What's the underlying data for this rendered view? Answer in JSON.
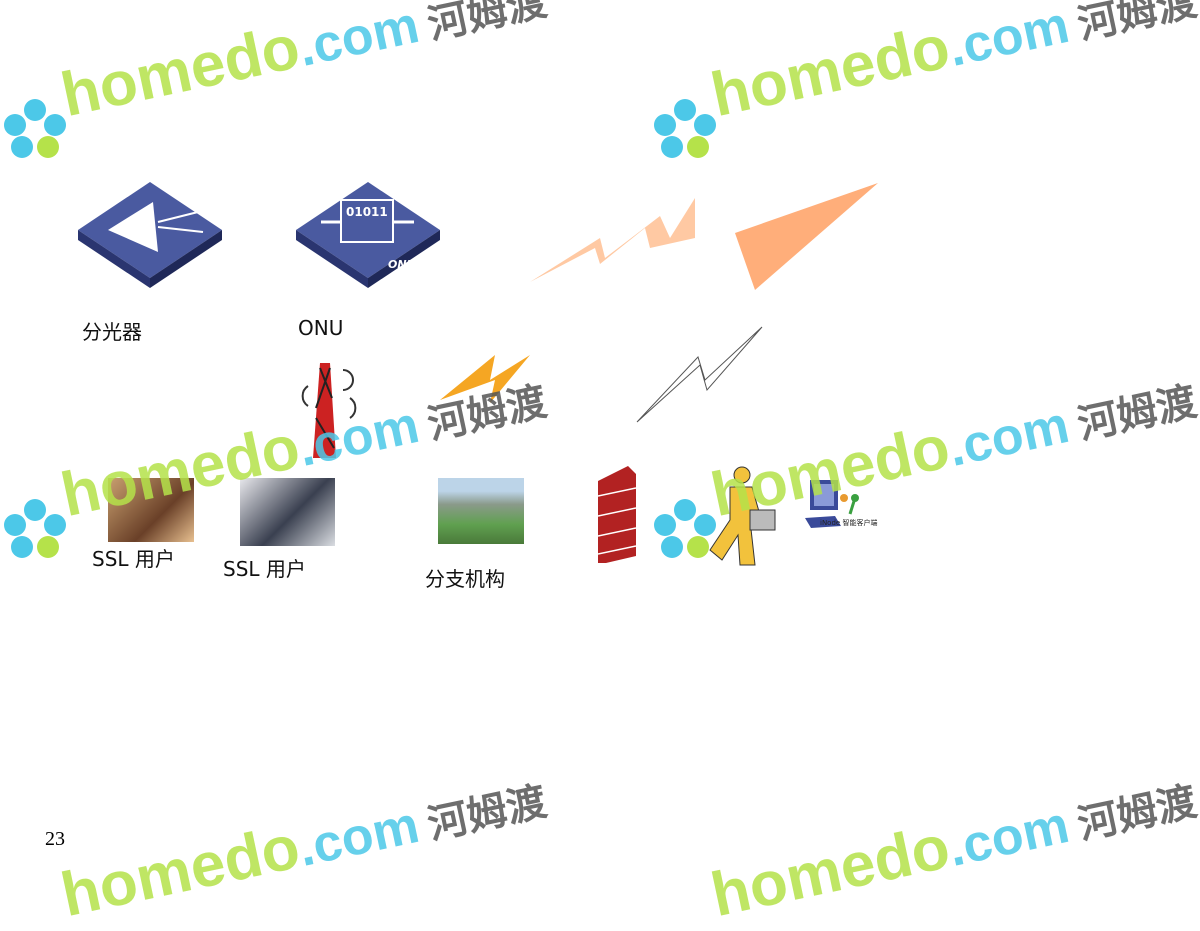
{
  "watermark": {
    "brand_a": "homedo",
    "brand_b": ".com",
    "brand_cn": "河姆渡"
  },
  "labels": {
    "splitter": "分光器",
    "onu": "ONU",
    "onu_device_text": "ONU",
    "onu_bits": "01011",
    "ssl_user_1": "SSL 用户",
    "ssl_user_2": "SSL 用户",
    "branch": "分支机构",
    "inode_client": "iNode 智能客户端"
  },
  "page_number": "23",
  "colors": {
    "device_blue": "#3d4a8f",
    "bolt_orange": "#f5a623",
    "peach": "#ffc9a3",
    "salmon": "#ffae7a",
    "firewall_red": "#b22222"
  }
}
